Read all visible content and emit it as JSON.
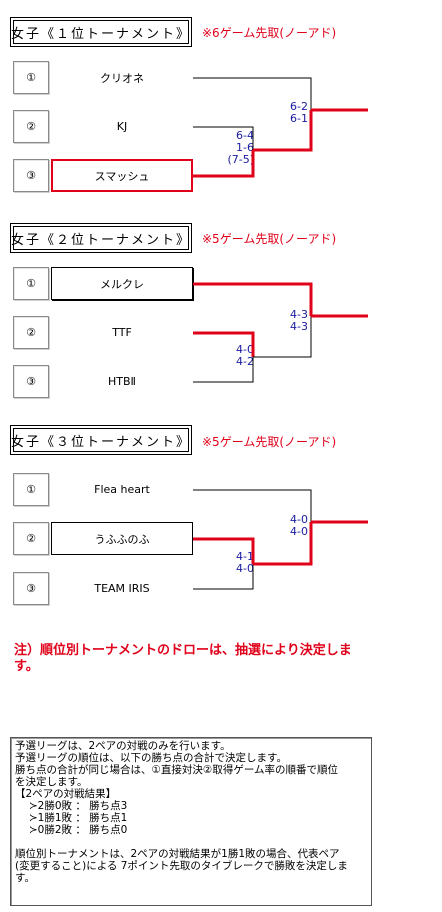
{
  "tournaments": [
    {
      "title": "女子《１位トーナメント》",
      "rule": "※6ゲーム先取(ノーアド)",
      "seeds": [
        "①",
        "②",
        "③"
      ],
      "teams": [
        "クリオネ",
        "KJ",
        "スマッシュ"
      ],
      "semi_score": [
        "6-4",
        "1-6",
        "(7-5)"
      ],
      "final_score": [
        "6-2",
        "6-1"
      ]
    },
    {
      "title": "女子《２位トーナメント》",
      "rule": "※5ゲーム先取(ノーアド)",
      "seeds": [
        "①",
        "②",
        "③"
      ],
      "teams": [
        "メルクレ",
        "TTF",
        "HTBⅡ"
      ],
      "semi_score": [
        "4-0",
        "4-2"
      ],
      "final_score": [
        "4-3",
        "4-3"
      ]
    },
    {
      "title": "女子《３位トーナメント》",
      "rule": "※5ゲーム先取(ノーアド)",
      "seeds": [
        "①",
        "②",
        "③"
      ],
      "teams": [
        "Flea heart",
        "うふふのふ",
        "TEAM IRIS"
      ],
      "semi_score": [
        "4-1",
        "4-0"
      ],
      "final_score": [
        "4-0",
        "4-0"
      ]
    }
  ],
  "notice": "注）順位別トーナメントのドローは、抽選により決定します。",
  "info_text": "予選リーグは、2ペアの対戦のみを行います。\n予選リーグの順位は、以下の勝ち点の合計で決定します。\n勝ち点の合計が同じ場合は、①直接対決②取得ゲーム率の順番で順位\nを決定します。\n【2ペアの対戦結果】\n　 ≻2勝0敗 ： 勝ち点3\n　 ≻1勝1敗 ： 勝ち点1\n　 ≻0勝2敗 ： 勝ち点0\n\n順位別トーナメントは、2ペアの対戦結果が1勝1敗の場合、代表ペア\n(変更すること)による 7ポイント先取のタイブレークで勝敗を決定しま\nす。"
}
